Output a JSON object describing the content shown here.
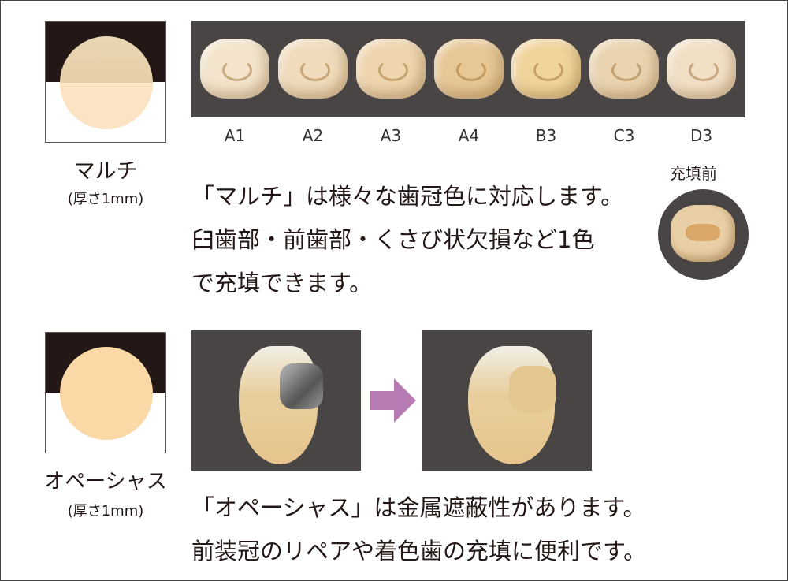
{
  "multi": {
    "name": "マルチ",
    "thickness": "(厚さ1mm)",
    "disc_color": "#f8ddb8",
    "shades": [
      "A1",
      "A2",
      "A3",
      "A4",
      "B3",
      "C3",
      "D3"
    ],
    "shade_colors": [
      "#f3e4cb",
      "#f0dcbc",
      "#eed5ad",
      "#e7c796",
      "#f0d49c",
      "#ead4b0",
      "#f2e0c6"
    ],
    "before_label": "充填前",
    "lines": [
      "「マルチ」は様々な歯冠色に対応します。",
      "臼歯部・前歯部・くさび状欠損など1色",
      "で充填できます。"
    ]
  },
  "opacious": {
    "name": "オペーシャス",
    "thickness": "(厚さ1mm)",
    "disc_color": "#fbd9a6",
    "lines": [
      "「オペーシャス」は金属遮蔽性があります。",
      "前装冠のリペアや着色歯の充填に便利です。"
    ]
  },
  "colors": {
    "panel": "#4a4545",
    "arrow": "#b77bb3",
    "swatch_dark": "#231815"
  }
}
